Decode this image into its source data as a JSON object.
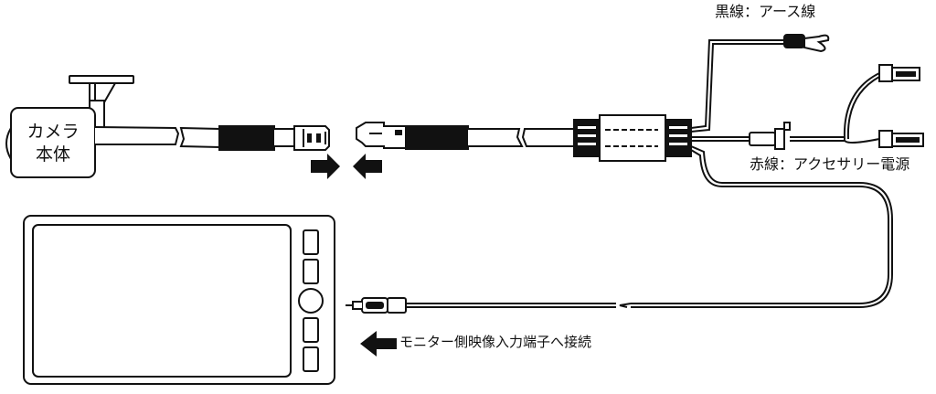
{
  "camera": {
    "label_line1": "カメラ",
    "label_line2": "本体"
  },
  "wires": {
    "ground_label": "黒線：アース線",
    "accessory_label": "赤線：アクセサリー電源"
  },
  "monitor": {
    "instruction": "モニター側映像入力端子へ接続"
  },
  "colors": {
    "line": "#111111",
    "fill": "#ffffff",
    "sleeve": "#111111"
  }
}
